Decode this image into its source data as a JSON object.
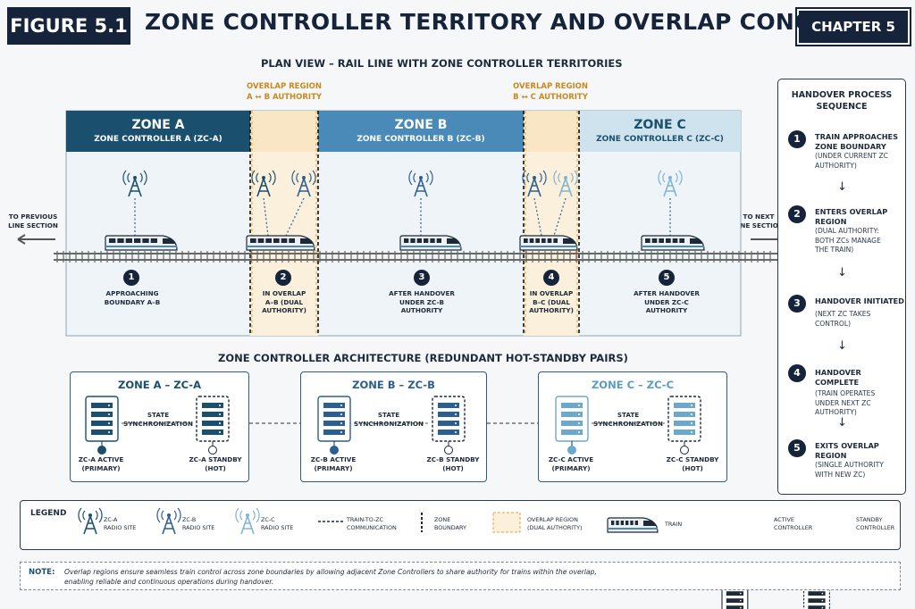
{
  "figure_label": "FIGURE 5.1",
  "title": "ZONE CONTROLLER TERRITORY AND OVERLAP CONCEPT",
  "chapter": "CHAPTER 5",
  "plan": {
    "heading": "PLAN VIEW – RAIL LINE WITH ZONE CONTROLLER TERRITORIES",
    "left_edge": [
      "TO PREVIOUS",
      "LINE SECTION"
    ],
    "right_edge": [
      "TO NEXT",
      "LINE SECTION"
    ],
    "overlap_ab": [
      "OVERLAP REGION",
      "A ↔ B AUTHORITY"
    ],
    "overlap_bc": [
      "OVERLAP REGION",
      "B ↔ C AUTHORITY"
    ],
    "zones": [
      {
        "name": "ZONE A",
        "sub": "ZONE CONTROLLER A (ZC-A)",
        "color": "#1b4f6e"
      },
      {
        "name": "ZONE B",
        "sub": "ZONE CONTROLLER B (ZC-B)",
        "color": "#4a8ab8"
      },
      {
        "name": "ZONE C",
        "sub": "ZONE CONTROLLER C (ZC-C)",
        "color": "#cfe3ee"
      }
    ],
    "positions": [
      {
        "num": "1",
        "lines": [
          "APPROACHING",
          "BOUNDARY A–B"
        ]
      },
      {
        "num": "2",
        "lines": [
          "IN OVERLAP",
          "A–B (DUAL",
          "AUTHORITY)"
        ]
      },
      {
        "num": "3",
        "lines": [
          "AFTER HANDOVER",
          "UNDER ZC-B",
          "AUTHORITY"
        ]
      },
      {
        "num": "4",
        "lines": [
          "IN OVERLAP",
          "B–C (DUAL",
          "AUTHORITY)"
        ]
      },
      {
        "num": "5",
        "lines": [
          "AFTER HANDOVER",
          "UNDER ZC-C",
          "AUTHORITY"
        ]
      }
    ]
  },
  "arch": {
    "heading": "ZONE CONTROLLER ARCHITECTURE (REDUNDANT HOT-STANDBY PAIRS)",
    "sync": [
      "STATE",
      "SYNCHRONIZATION"
    ],
    "boxes": [
      {
        "title": "ZONE A – ZC-A",
        "active": [
          "ZC-A ACTIVE",
          "(PRIMARY)"
        ],
        "standby": [
          "ZC-A STANDBY",
          "(HOT)"
        ],
        "color": "#1b4f6e"
      },
      {
        "title": "ZONE B – ZC-B",
        "active": [
          "ZC-B ACTIVE",
          "(PRIMARY)"
        ],
        "standby": [
          "ZC-B STANDBY",
          "(HOT)"
        ],
        "color": "#2b5f93"
      },
      {
        "title": "ZONE C – ZC-C",
        "active": [
          "ZC-C ACTIVE",
          "(PRIMARY)"
        ],
        "standby": [
          "ZC-C STANDBY",
          "(HOT)"
        ],
        "color": "#6aa8cc"
      }
    ]
  },
  "handover": {
    "heading": [
      "HANDOVER PROCESS",
      "SEQUENCE"
    ],
    "steps": [
      {
        "num": "1",
        "title": [
          "TRAIN APPROACHES",
          "ZONE BOUNDARY"
        ],
        "desc": [
          "(UNDER CURRENT ZC",
          "AUTHORITY)"
        ]
      },
      {
        "num": "2",
        "title": [
          "ENTERS OVERLAP",
          "REGION"
        ],
        "desc": [
          "(DUAL AUTHORITY:",
          "BOTH ZCs MANAGE",
          "THE TRAIN)"
        ]
      },
      {
        "num": "3",
        "title": [
          "HANDOVER INITIATED"
        ],
        "desc": [
          "(NEXT ZC TAKES",
          "CONTROL)"
        ]
      },
      {
        "num": "4",
        "title": [
          "HANDOVER COMPLETE"
        ],
        "desc": [
          "(TRAIN OPERATES",
          "UNDER NEXT ZC",
          "AUTHORITY)"
        ]
      },
      {
        "num": "5",
        "title": [
          "EXITS OVERLAP",
          "REGION"
        ],
        "desc": [
          "(SINGLE AUTHORITY",
          "WITH NEW ZC)"
        ]
      }
    ]
  },
  "legend": {
    "label": "LEGEND",
    "zca": [
      "ZC-A",
      "RADIO SITE"
    ],
    "zcb": [
      "ZC-B",
      "RADIO SITE"
    ],
    "zcc": [
      "ZC-C",
      "RADIO SITE"
    ],
    "comm": [
      "TRAIN-TO-ZC",
      "COMMUNICATION"
    ],
    "boundary": [
      "ZONE",
      "BOUNDARY"
    ],
    "overlap": [
      "OVERLAP REGION",
      "(DUAL AUTHORITY)"
    ],
    "train": "TRAIN",
    "active": [
      "ACTIVE",
      "CONTROLLER"
    ],
    "standby": [
      "STANDBY",
      "CONTROLLER"
    ]
  },
  "note": {
    "label": "NOTE:",
    "lines": [
      "Overlap regions ensure seamless train control across zone boundaries by allowing adjacent Zone Controllers to share authority for trains within the overlap,",
      "enabling reliable and continuous operations during handover."
    ]
  }
}
